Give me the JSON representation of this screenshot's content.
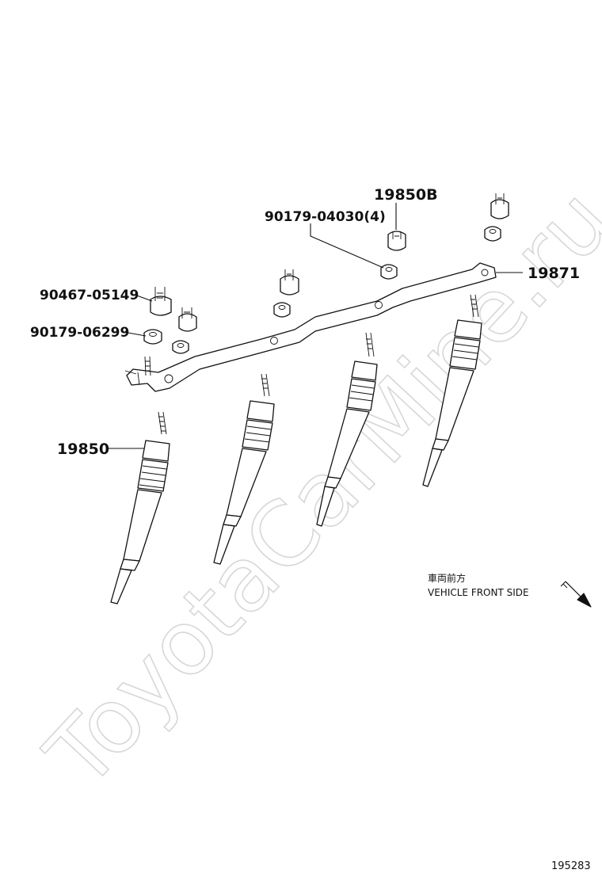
{
  "watermark": "ToyotaCarMine.ru",
  "parts": {
    "glow_plug": "19850",
    "glow_plug_terminal": "19850B",
    "connector": "19871",
    "nut_upper": "90179-04030(4)",
    "cap_left": "90467-05149",
    "nut_left": "90179-06299"
  },
  "direction_note": {
    "japanese": "車両前方",
    "english": "VEHICLE FRONT SIDE",
    "arrow_icon": "striped-direction-arrow-icon"
  },
  "illustration_number": "195283"
}
